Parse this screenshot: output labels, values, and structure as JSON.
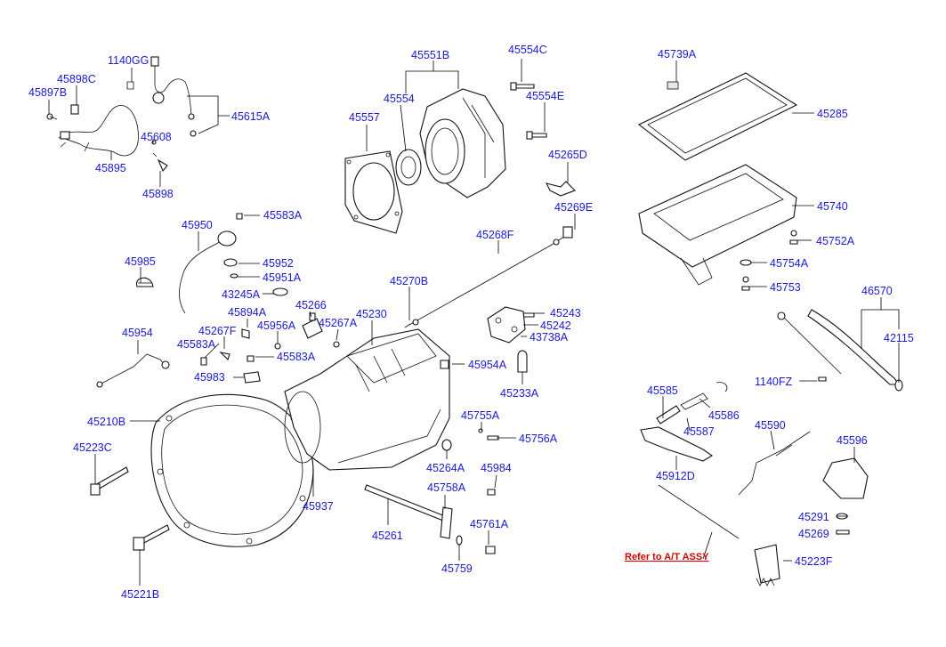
{
  "labels": {
    "p1140GG": "1140GG",
    "p45898C": "45898C",
    "p45897B": "45897B",
    "p45615A": "45615A",
    "p45608": "45608",
    "p45895": "45895",
    "p45898": "45898",
    "p45551B": "45551B",
    "p45554C": "45554C",
    "p45554": "45554",
    "p45557": "45557",
    "p45554E": "45554E",
    "p45265D": "45265D",
    "p45269E": "45269E",
    "p45739A": "45739A",
    "p45285": "45285",
    "p45740": "45740",
    "p45752A": "45752A",
    "p45754A": "45754A",
    "p45753": "45753",
    "p46570": "46570",
    "p42115": "42115",
    "p1140FZ": "1140FZ",
    "p45950": "45950",
    "p45583A_top": "45583A",
    "p45985": "45985",
    "p45952": "45952",
    "p45951A": "45951A",
    "p43245A": "43245A",
    "p45266": "45266",
    "p45268F": "45268F",
    "p45270B": "45270B",
    "p45230": "45230",
    "p45243": "45243",
    "p45242": "45242",
    "p43738A": "43738A",
    "p45894A": "45894A",
    "p45267A": "45267A",
    "p45956A": "45956A",
    "p45267F": "45267F",
    "p45954": "45954",
    "p45583A_mid": "45583A",
    "p45583A_low": "45583A",
    "p45983": "45983",
    "p45954A": "45954A",
    "p45233A": "45233A",
    "p45585": "45585",
    "p45586": "45586",
    "p45587": "45587",
    "p45590": "45590",
    "p45596": "45596",
    "p45210B": "45210B",
    "p45755A": "45755A",
    "p45756A": "45756A",
    "p45223C": "45223C",
    "p45264A": "45264A",
    "p45984": "45984",
    "p45758A": "45758A",
    "p45912D": "45912D",
    "p45937": "45937",
    "p45261": "45261",
    "p45761A": "45761A",
    "p45291": "45291",
    "p45269": "45269",
    "p45759": "45759",
    "p45223F": "45223F",
    "p45221B": "45221B"
  },
  "reference_link": "Refer to A/T ASSY",
  "colors": {
    "label": "#1a1ad6",
    "reference_link": "#d40000",
    "lines": "#000000",
    "background": "#ffffff"
  }
}
